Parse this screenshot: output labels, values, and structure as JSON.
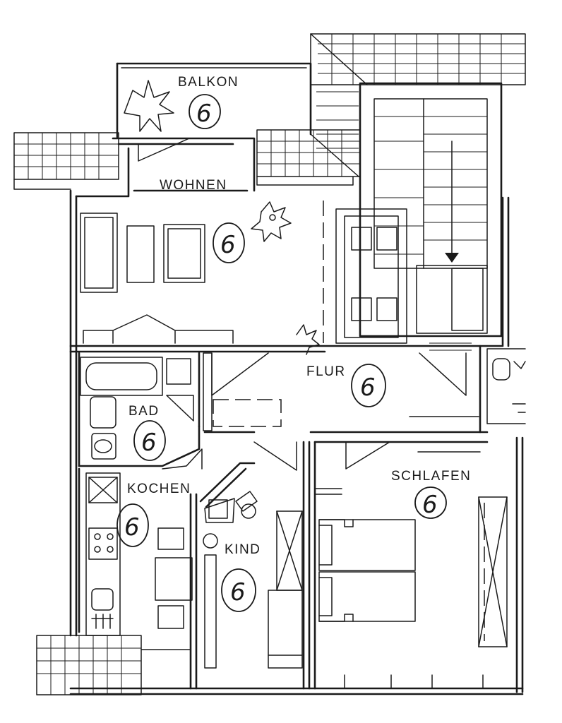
{
  "rooms": {
    "balkon": {
      "label": "BALKON",
      "number": "6"
    },
    "wohnen": {
      "label": "WOHNEN",
      "number": "6"
    },
    "flur": {
      "label": "FLUR",
      "number": "6"
    },
    "bad": {
      "label": "BAD",
      "number": "6"
    },
    "kochen": {
      "label": "KOCHEN",
      "number": "6"
    },
    "kind": {
      "label": "KIND",
      "number": "6"
    },
    "schlafen": {
      "label": "SCHLAFEN",
      "number": "6"
    }
  }
}
